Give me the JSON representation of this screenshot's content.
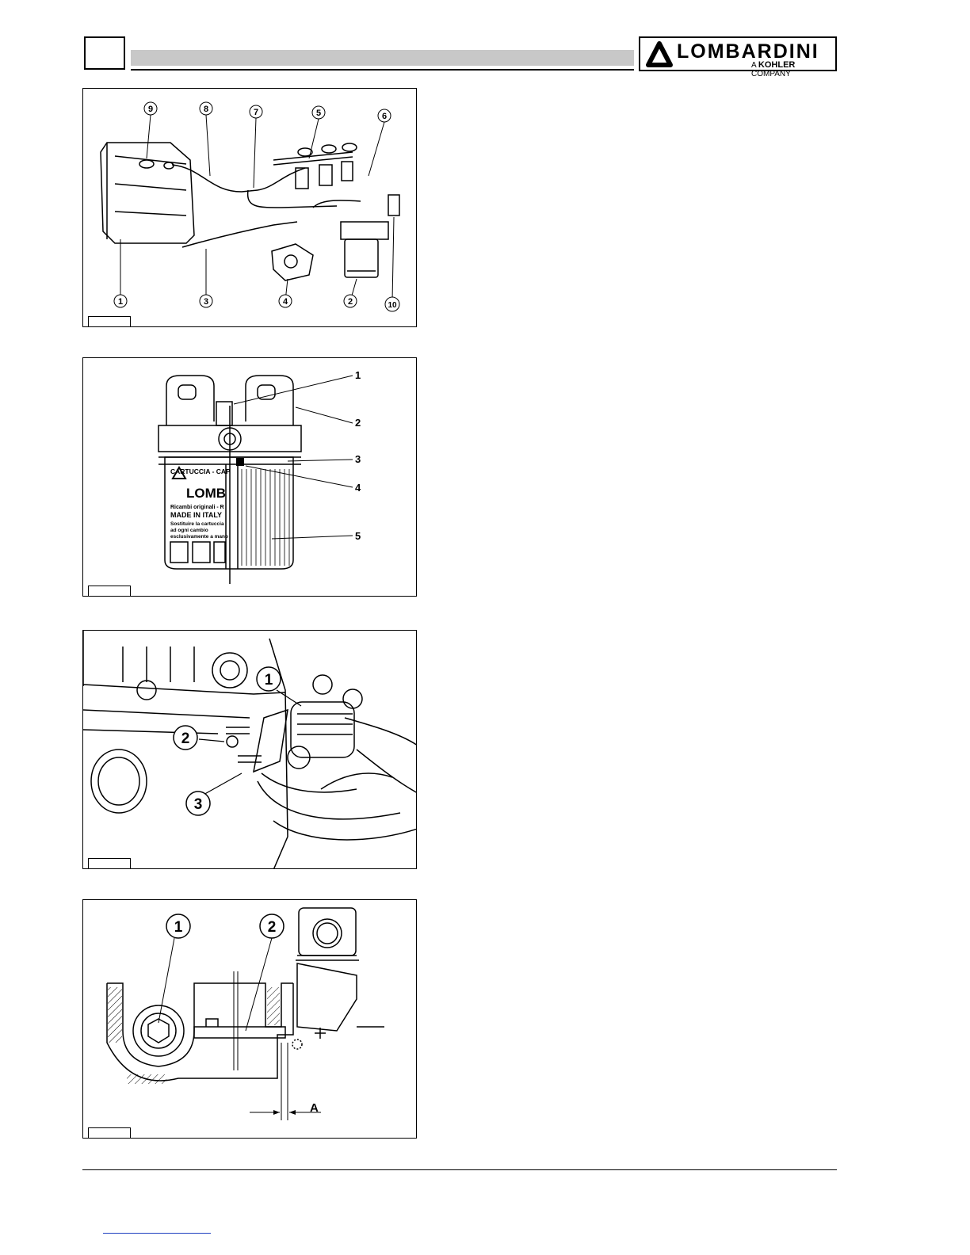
{
  "header": {
    "brand": "LOMBARDINI",
    "brand_sub_prefix": "A",
    "brand_sub_kohler": "KOHLER",
    "brand_sub_suffix": "COMPANY"
  },
  "figures": [
    {
      "callouts": [
        "1",
        "2",
        "3",
        "4",
        "5",
        "6",
        "7",
        "8",
        "9",
        "10"
      ]
    },
    {
      "callouts": [
        "1",
        "2",
        "3",
        "4",
        "5"
      ],
      "cartridge_text": [
        "CARTUCCIA - CAP",
        "LOMB",
        "Ricambi originali - R",
        "MADE IN ITALY",
        "Sostituire la cartuccia",
        "ad ogni cambio",
        "esclusivamente a mano"
      ]
    },
    {
      "callouts": [
        "1",
        "2",
        "3"
      ]
    },
    {
      "callouts": [
        "1",
        "2"
      ],
      "dimension_label": "A"
    }
  ]
}
